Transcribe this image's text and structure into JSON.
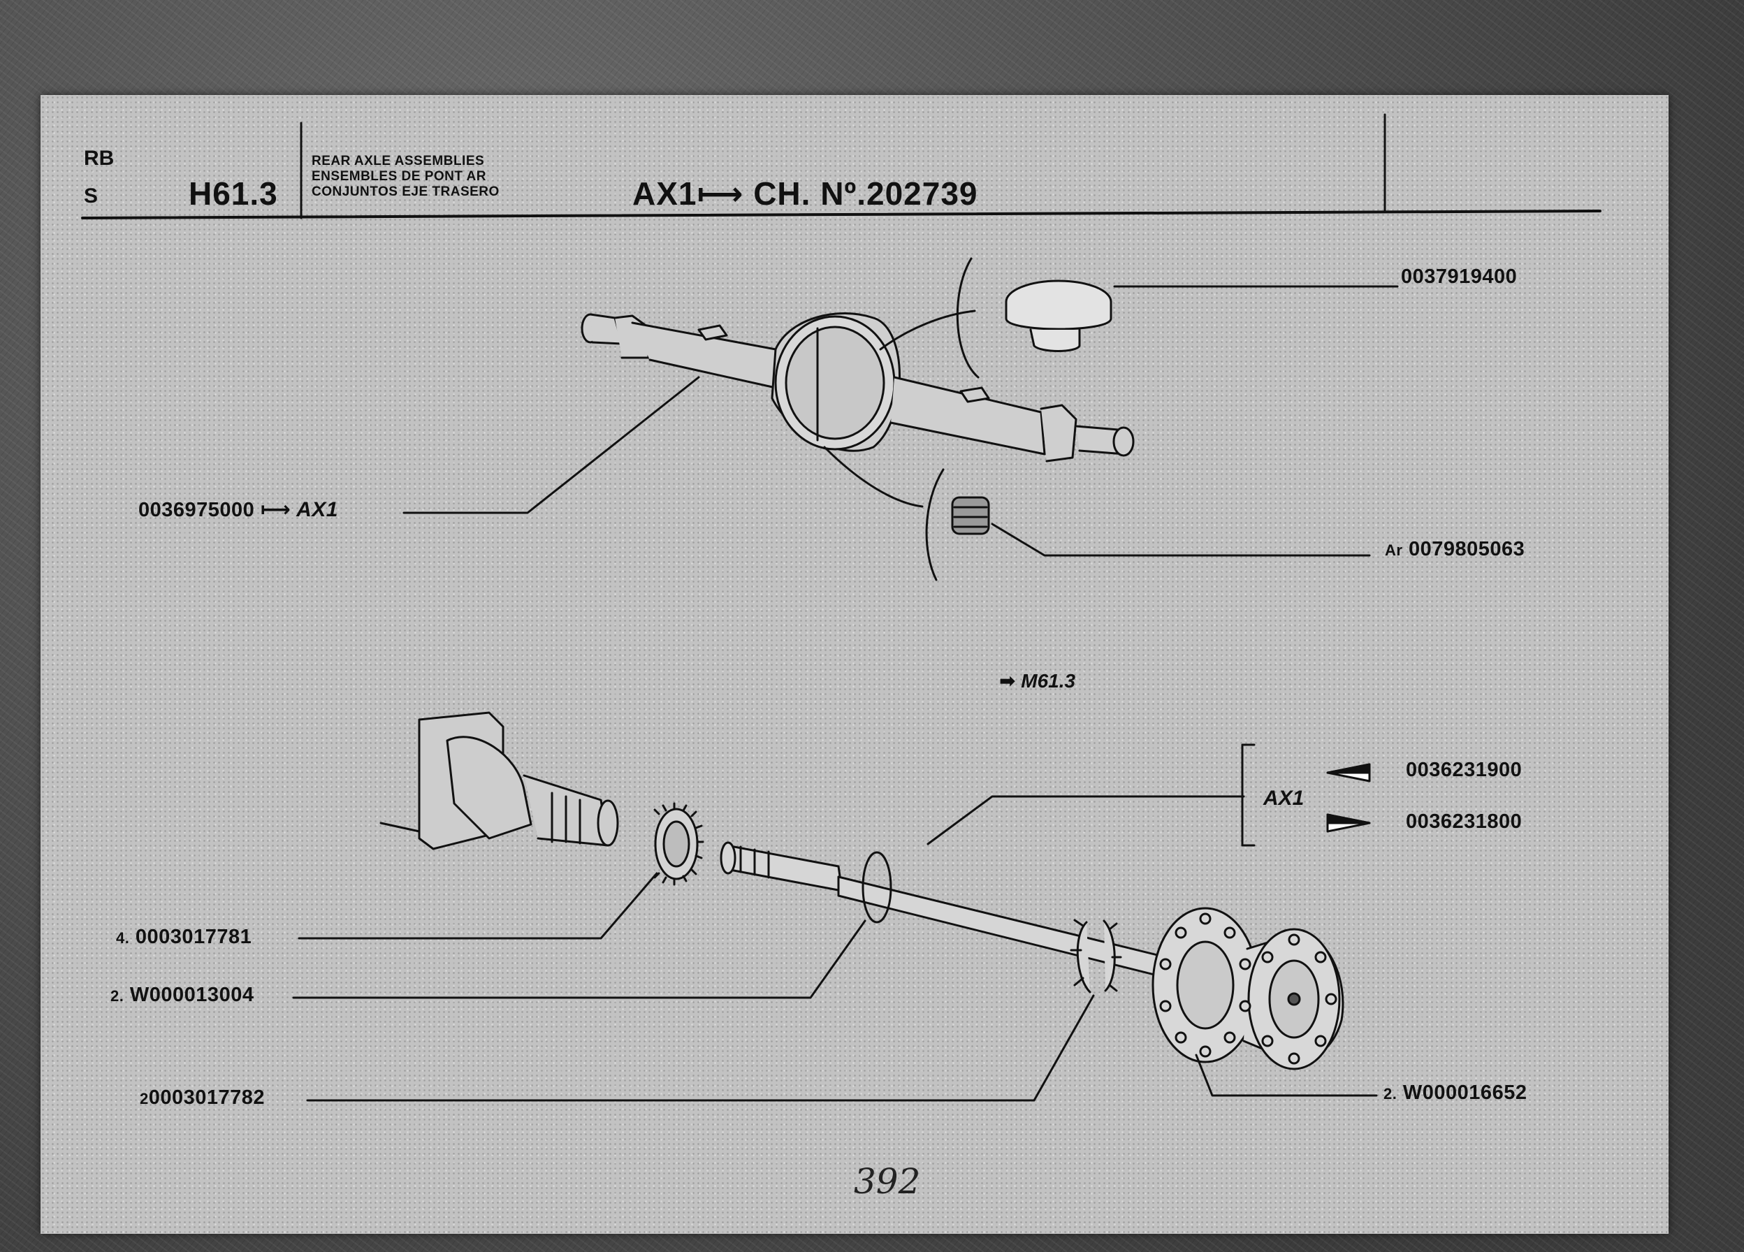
{
  "header": {
    "code_top": "RB",
    "code_bottom": "S",
    "section": "H61.3",
    "title_lines": [
      "REAR AXLE ASSEMBLIES",
      "ENSEMBLES DE PONT AR",
      "CONJUNTOS EJE TRASERO"
    ],
    "applicability": "AX1⟼ CH. Nº.202739"
  },
  "callouts": [
    {
      "id": "cover",
      "part_number": "0037919400"
    },
    {
      "id": "axle-housing",
      "part_number": "0036975000",
      "suffix": "⟼ AX1"
    },
    {
      "id": "drain-plug",
      "qty": "Ar",
      "part_number": "0079805063"
    },
    {
      "id": "shaft-left",
      "part_number": "0036231900"
    },
    {
      "id": "shaft-right",
      "part_number": "0036231800"
    },
    {
      "id": "ring-gear",
      "qty": "4.",
      "part_number": "0003017781"
    },
    {
      "id": "circlip",
      "qty": "2.",
      "part_number": "W000013004"
    },
    {
      "id": "lock-washer",
      "qty": "2",
      "part_number": "0003017782"
    },
    {
      "id": "hub-gasket",
      "qty": "2.",
      "part_number": "W000016652"
    }
  ],
  "group_label": "AX1",
  "cross_reference": "M61.3",
  "page_number": "392"
}
